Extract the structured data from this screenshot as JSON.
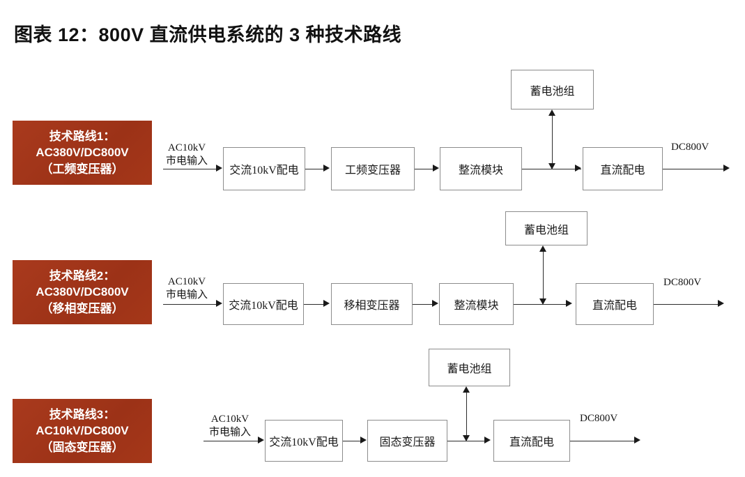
{
  "title": "图表 12：800V 直流供电系统的 3 种技术路线",
  "colors": {
    "label_red": "#A8381C",
    "box_border": "#8C8C8C",
    "line": "#2B2B2B",
    "text": "#1A1A1A"
  },
  "routes": [
    {
      "label": {
        "line1": "技术路线1：",
        "line2": "AC380V/DC800V",
        "line3": "（工频变压器）"
      },
      "input_label": {
        "line1": "AC10kV",
        "line2": "市电输入"
      },
      "output_label": "DC800V",
      "battery_box": "蓄电池组",
      "boxes": [
        {
          "label": "交流10kV配电"
        },
        {
          "label": "工频变压器"
        },
        {
          "label": "整流模块"
        },
        {
          "label": "直流配电"
        }
      ]
    },
    {
      "label": {
        "line1": "技术路线2：",
        "line2": "AC380V/DC800V",
        "line3": "（移相变压器）"
      },
      "input_label": {
        "line1": "AC10kV",
        "line2": "市电输入"
      },
      "output_label": "DC800V",
      "battery_box": "蓄电池组",
      "boxes": [
        {
          "label": "交流10kV配电"
        },
        {
          "label": "移相变压器"
        },
        {
          "label": "整流模块"
        },
        {
          "label": "直流配电"
        }
      ]
    },
    {
      "label": {
        "line1": "技术路线3：",
        "line2": "AC10kV/DC800V",
        "line3": "（固态变压器）"
      },
      "input_label": {
        "line1": "AC10kV",
        "line2": "市电输入"
      },
      "output_label": "DC800V",
      "battery_box": "蓄电池组",
      "boxes": [
        {
          "label": "交流10kV配电"
        },
        {
          "label": "固态变压器"
        },
        {
          "label": "直流配电"
        }
      ]
    }
  ]
}
